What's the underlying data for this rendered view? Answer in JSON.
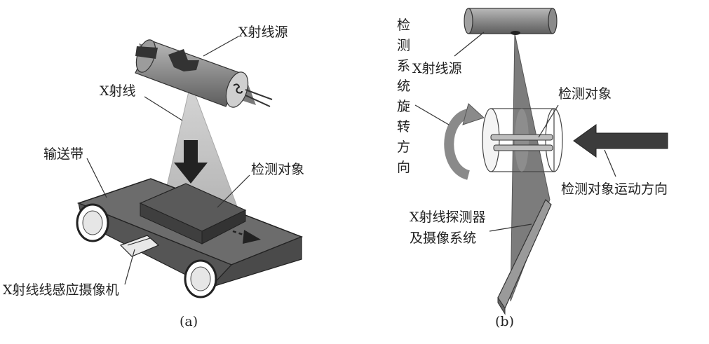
{
  "panel_a": {
    "caption": "(a)",
    "labels": {
      "xray_source": "X射线源",
      "xray": "X射线",
      "conveyor": "输送带",
      "object": "检测对象",
      "camera": "X射线线感应摄像机"
    }
  },
  "panel_b": {
    "caption": "(b)",
    "labels": {
      "xray_source": "X射线源",
      "rotation": "检测系统旋转方向",
      "object": "检测对象",
      "motion": "检测对象运动方向",
      "detector_line1": "X射线探测器",
      "detector_line2": "及摄像系统"
    }
  }
}
